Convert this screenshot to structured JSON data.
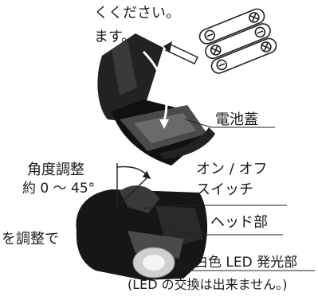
{
  "instruction_line1": "くください。",
  "instruction_line2": "ます。",
  "battery_cover": "電池蓋",
  "angle_adjust": "角度調整",
  "angle_range": "約 0 ～ 45°",
  "on_off_switch_line1": "オン / オフ",
  "on_off_switch_line2": "スイッチ",
  "head_part": "ヘッド部",
  "adjust_text": "を調整で",
  "white_led": "白色 LED 発光部",
  "led_note": "(LED の交換は出来ません。)"
}
